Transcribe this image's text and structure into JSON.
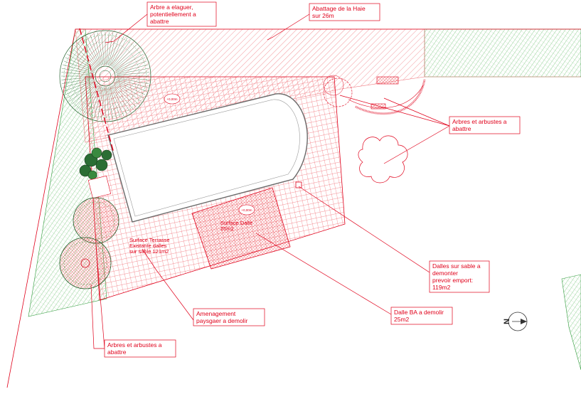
{
  "annotations": {
    "arbre_elaguer": [
      "Arbre a elaguer,",
      "potentiellement a",
      "abattre"
    ],
    "abattage_haie": [
      "Abattage de la Haie",
      "sur 26m"
    ],
    "arbres_arbustes_right": [
      "Arbres et arbustes a",
      "abattre"
    ],
    "dalles_sable": [
      "Dalles sur sable a",
      "demonter",
      "prevoir emport:",
      "119m2"
    ],
    "dalle_ba": [
      "Dalle BA a demolir",
      "25m2"
    ],
    "amenagement": [
      "Amenagement",
      "paysgaer a demolir"
    ],
    "arbres_arbustes_bottom": [
      "Arbres et arbustes a",
      "abattre"
    ]
  },
  "plan_labels": {
    "surface_terrasse": [
      "Surface Terrasse",
      "Existante dalles",
      "sur sable 121m2"
    ],
    "surface_dalle": [
      "Surface Dalle",
      "26m2"
    ],
    "level_1": "+0,00m",
    "level_2": "+0,00m",
    "north": "N"
  },
  "colors": {
    "annotation_red": "#e0001a",
    "hatch_red": "#f07a80",
    "vegetation_green": "#2e9a3a",
    "tree_dark": "#1f5f2a",
    "pool_outline": "#6a6a6a"
  }
}
